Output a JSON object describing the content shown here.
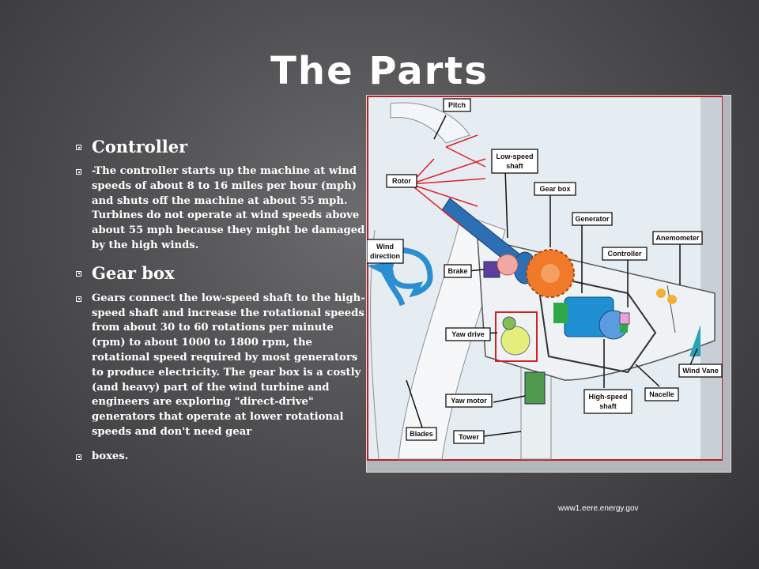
{
  "slide": {
    "title": "The Parts",
    "credit": "www1.eere.energy.gov"
  },
  "bullets": {
    "controller_heading": "Controller",
    "controller_text": "-The controller starts up the machine at wind speeds of about 8 to 16 miles per hour (mph) and shuts off the machine at about 55 mph. Turbines do not operate at wind speeds above about 55 mph because they might be damaged by the high winds.",
    "gearbox_heading": "Gear box",
    "gearbox_text": "Gears connect the low-speed shaft to the high-speed shaft and increase the rotational speeds from about 30 to 60 rotations per minute (rpm) to about 1000 to 1800 rpm, the rotational speed required by most generators to produce electricity. The gear box is a costly (and heavy) part of the wind turbine and engineers are exploring \"direct-drive\" generators that operate at lower rotational speeds and don't need gear",
    "gearbox_cont": "boxes."
  },
  "diagram": {
    "labels": {
      "pitch": "Pitch",
      "low_speed_shaft_1": "Low-speed",
      "low_speed_shaft_2": "shaft",
      "rotor": "Rotor",
      "gear_box": "Gear box",
      "generator": "Generator",
      "anemometer": "Anemometer",
      "controller": "Controller",
      "wind_direction_1": "Wind",
      "wind_direction_2": "direction",
      "brake": "Brake",
      "yaw_drive": "Yaw drive",
      "yaw_motor": "Yaw motor",
      "high_speed_shaft_1": "High-speed",
      "high_speed_shaft_2": "shaft",
      "nacelle": "Nacelle",
      "wind_vane": "Wind Vane",
      "blades": "Blades",
      "tower": "Tower"
    },
    "colors": {
      "frame_border": "#b52225",
      "leader": "#e0202a",
      "shaft": "#2d6fb5",
      "gear": "#f07a2a",
      "generator": "#1e8fd0",
      "wind_arrow": "#2a8ed0"
    }
  }
}
